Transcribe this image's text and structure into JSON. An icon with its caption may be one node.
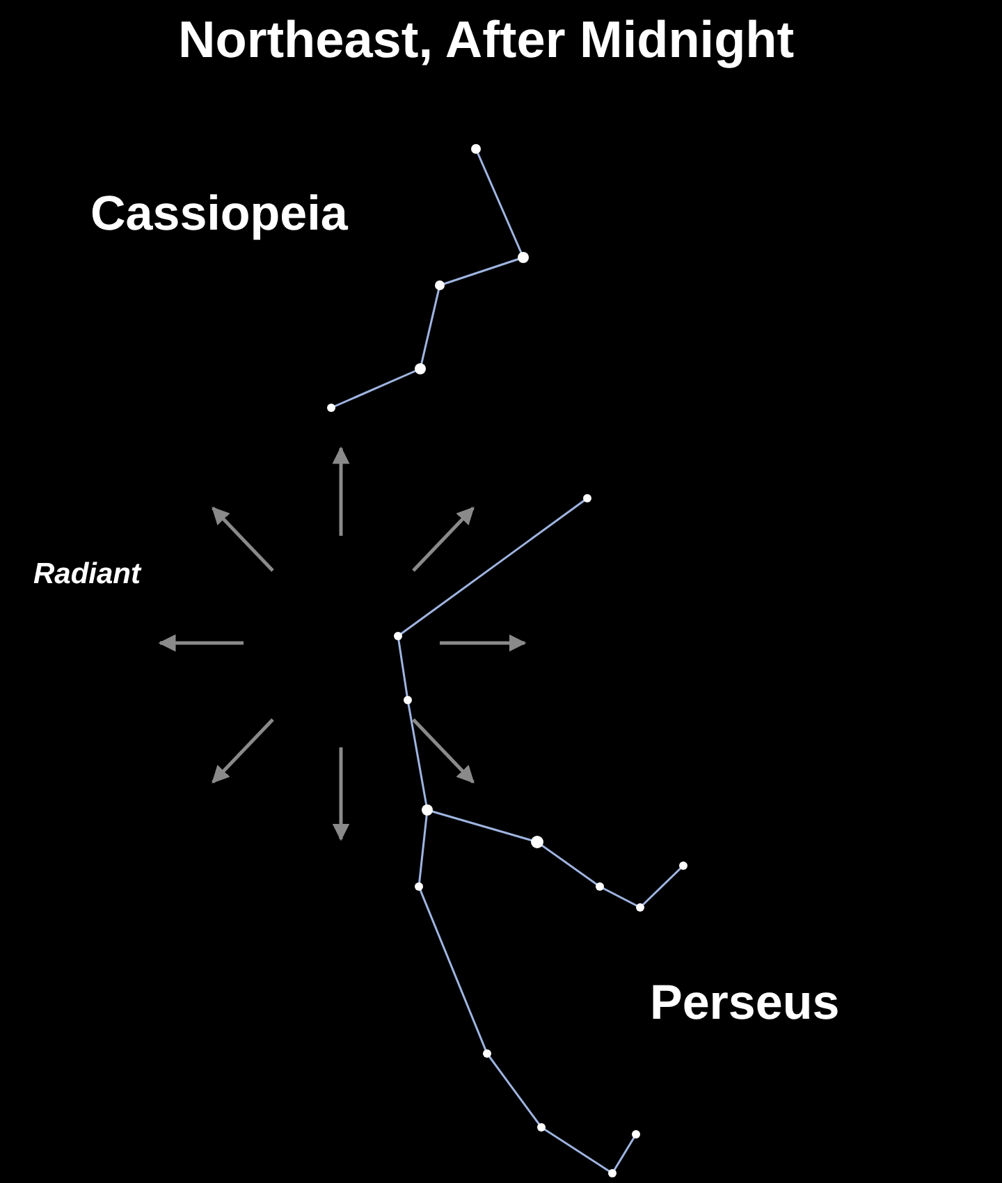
{
  "diagram": {
    "title": "Northeast, After Midnight",
    "labels": [
      "Cassiopeia",
      "Radiant",
      "Perseus"
    ]
  }
}
